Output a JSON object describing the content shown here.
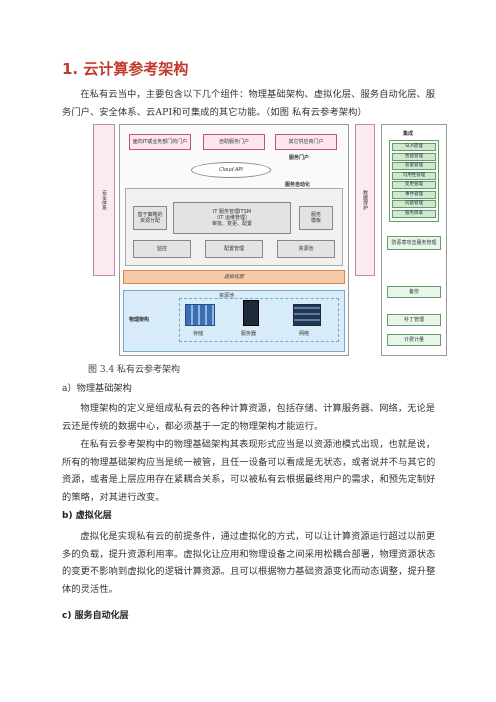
{
  "heading": "1. 云计算参考架构",
  "intro": "在私有云当中，主要包含以下几个组件：物理基础架构、虚拟化层、服务自动化层、服务门户、安全体系、云API和可集成的其它功能。（如图 私有云参考架构）",
  "figure": {
    "caption": "图 3.4 私有云参考架构",
    "top_boxes": [
      "面向IT或业务部门的门户",
      "自助服务门户",
      "其它供应商门户"
    ],
    "service_portal_label": "服务门户",
    "cloud_api": "Cloud API",
    "automation_label": "服务自动化",
    "automation_left": [
      "基于策略的",
      "资源分配"
    ],
    "automation_center": [
      "IT 服务管理ITSM",
      "（IT 运维管理）",
      "审批、变更、配置"
    ],
    "automation_right": [
      "服务",
      "模板"
    ],
    "automation_row": [
      "监控",
      "配置管理",
      "资源池"
    ],
    "virtualization": "虚拟化层",
    "physical_label": "物理架构",
    "pool_label": "资源池",
    "devices": [
      "存储",
      "服务器",
      "网络"
    ],
    "left_bar": "安全体系",
    "mid_bar": "数据保护",
    "right_title": "集成",
    "right_items": [
      "SLA管理",
      "性能管理",
      "容量管理",
      "可用性管理",
      "变更管理",
      "事件管理",
      "问题管理",
      "服务目录"
    ],
    "right_boxes": [
      "防恶意攻击服务管理",
      "备份",
      "补丁管理",
      "计费计量"
    ]
  },
  "section_a": {
    "title": "a）物理基础架构",
    "p1": "物理架构的定义是组成私有云的各种计算资源，包括存储、计算服务器、网络，无论是云还是传统的数据中心，都必须基于一定的物理架构才能运行。",
    "p2": "在私有云参考架构中的物理基础架构其表现形式应当是以资源池模式出现，也就是说，所有的物理基础架构应当是统一被管，且任一设备可以看成是无状态，或者说并不与其它的资源，或者是上层应用存在紧耦合关系，可以被私有云根据最终用户的需求，和预先定制好的策略，对其进行改变。"
  },
  "section_b": {
    "title": "b)   虚拟化层",
    "p1": "虚拟化是实现私有云的前提条件，通过虚拟化的方式，可以让计算资源运行超过以前更多的负载，提升资源利用率。虚拟化让应用和物理设备之间采用松耦合部署，物理资源状态的变更不影响到虚拟化的逻辑计算资源。且可以根据物力基础资源变化而动态调整，提升整体的灵活性。"
  },
  "section_c": {
    "title": "c)   服务自动化层"
  }
}
